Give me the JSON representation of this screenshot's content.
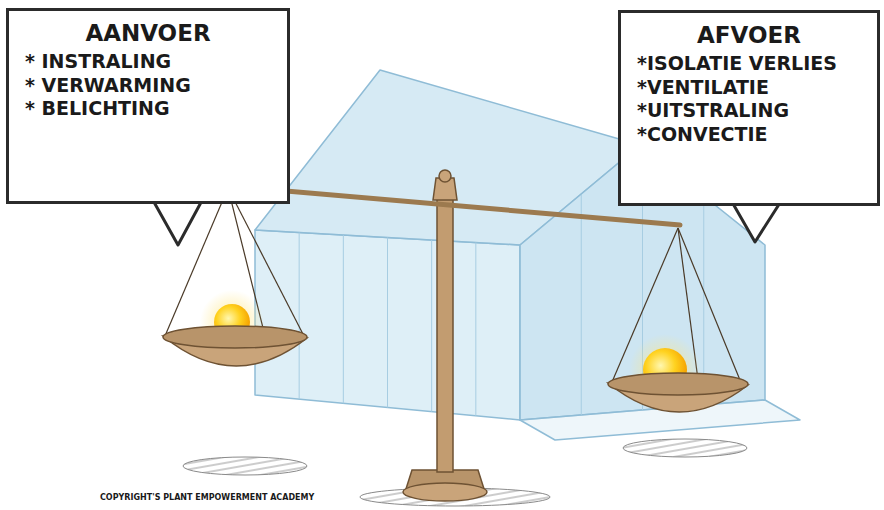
{
  "diagram": {
    "nodes": [
      {
        "text": [
          "AANVOER",
          "* INSTRALING",
          "* VERWARMING",
          "* BELICHTING"
        ]
      },
      {
        "text": [
          "AFVOER",
          "*ISOLATIE VERLIES",
          "*VENTILATIE",
          "*UITSTRALING",
          "*CONVECTIE"
        ]
      }
    ],
    "labels": [
      "COPYRIGHT'S PLANT EMPOWERMENT ACADEMY"
    ]
  }
}
